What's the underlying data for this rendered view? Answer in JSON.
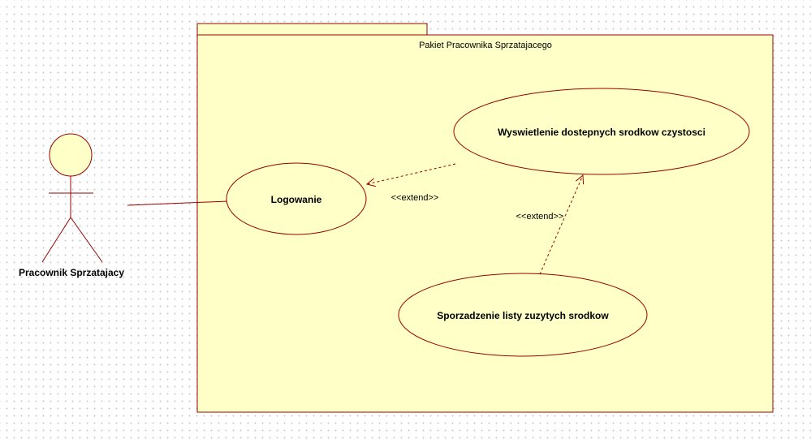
{
  "diagram": {
    "package": {
      "title": "Pakiet Pracownika Sprzatajacego"
    },
    "actor": {
      "label": "Pracownik Sprzatajacy"
    },
    "use_cases": {
      "logowanie": "Logowanie",
      "wyswietlenie": "Wyswietlenie dostepnych srodkow czystosci",
      "sporzadzenie": "Sporzadzenie listy zuzytych srodkow"
    },
    "relations": {
      "extend_1": "<<extend>>",
      "extend_2": "<<extend>>"
    },
    "colors": {
      "fill": "#ffffc8",
      "stroke": "#990000"
    }
  }
}
